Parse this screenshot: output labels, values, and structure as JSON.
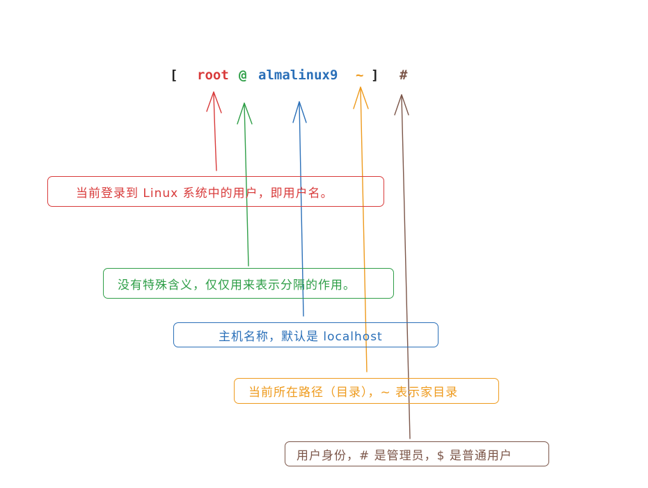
{
  "prompt": {
    "open_bracket": "[",
    "user": "root",
    "at": "@",
    "host": "almalinux9",
    "path": "~",
    "close_bracket": "]",
    "symbol": "#"
  },
  "annotations": {
    "user": "当前登录到 Linux 系统中的用户，即用户名。",
    "at": "没有特殊含义，仅仅用来表示分隔的作用。",
    "host": "主机名称，默认是 localhost",
    "path": "当前所在路径（目录），~ 表示家目录",
    "symbol": "用户身份，# 是管理员，$ 是普通用户"
  },
  "colors": {
    "user": "#d83a3a",
    "at": "#2e9e47",
    "host": "#2a6fb8",
    "path": "#ee9a1c",
    "symbol": "#7b5548",
    "bracket": "#222222"
  }
}
